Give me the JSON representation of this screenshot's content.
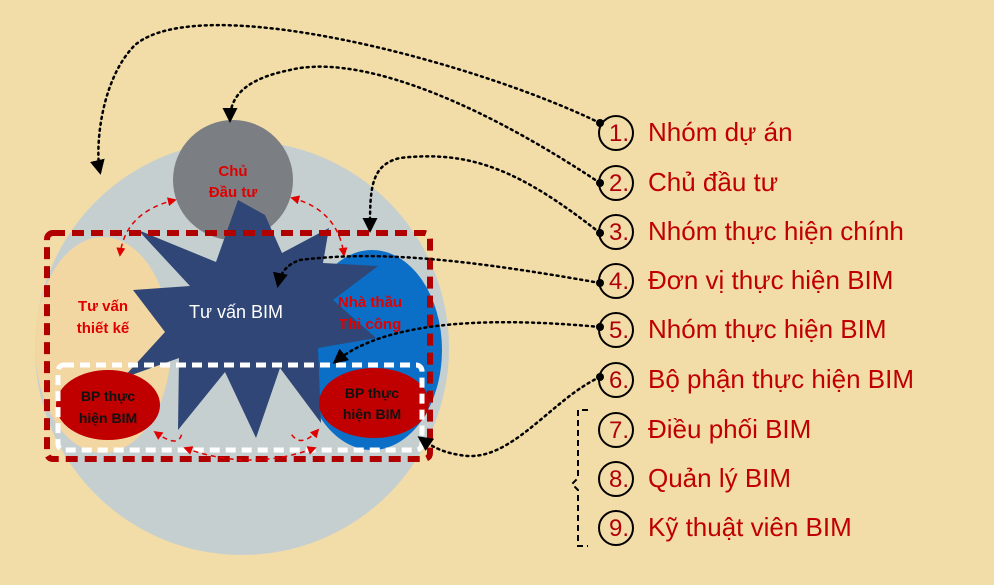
{
  "nodes": {
    "owner": [
      "Chủ",
      "Đầu tư"
    ],
    "design": [
      "Tư vấn",
      "thiết kế"
    ],
    "bim_consultant": "Tư vấn BIM",
    "contractor": [
      "Nhà thầu",
      "Thi công"
    ],
    "bp_left": [
      "BP thực",
      "hiện BIM"
    ],
    "bp_right": [
      "BP thực",
      "hiện BIM"
    ]
  },
  "legend": [
    {
      "num": "1.",
      "label": "Nhóm dự án"
    },
    {
      "num": "2.",
      "label": "Chủ đầu tư"
    },
    {
      "num": "3.",
      "label": "Nhóm thực hiện chính"
    },
    {
      "num": "4.",
      "label": "Đơn vị thực hiện BIM"
    },
    {
      "num": "5.",
      "label": "Nhóm thực hiện BIM"
    },
    {
      "num": "6.",
      "label": "Bộ phận thực hiện BIM"
    },
    {
      "num": "7.",
      "label": "Điều  phối BIM"
    },
    {
      "num": "8.",
      "label": "Quản lý BIM"
    },
    {
      "num": "9.",
      "label": "Kỹ thuật viên BIM"
    }
  ],
  "colors": {
    "background": "#f2dca8",
    "big_circle": "#c6cfd0",
    "owner": "#7b7f83",
    "design": "#f3d7a2",
    "star": "#2f4676",
    "contractor": "#0b6fc8",
    "bp": "#c00000",
    "accent_red": "#c00000"
  }
}
